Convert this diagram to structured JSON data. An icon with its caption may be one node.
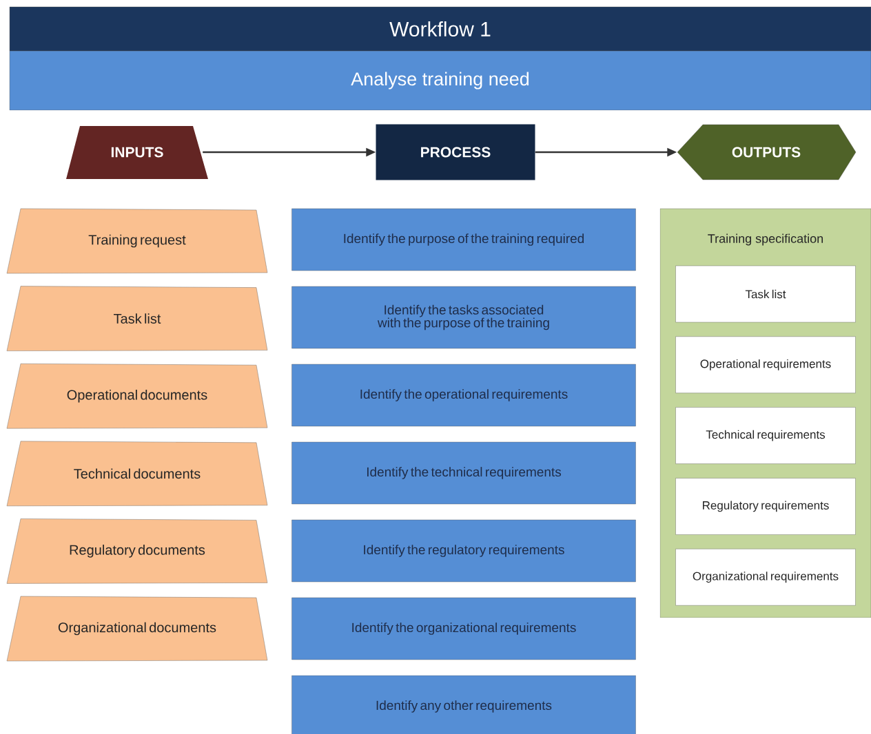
{
  "diagram": {
    "nodes": [
      {
        "text": [
          "Workflow 1"
        ]
      },
      {
        "text": [
          "Analyse training need"
        ]
      },
      {
        "text": [
          "INPUTS"
        ]
      },
      {
        "text": [
          "PROCESS"
        ]
      },
      {
        "text": [
          "OUTPUTS"
        ]
      },
      {
        "text": [
          "Training request"
        ]
      },
      {
        "text": [
          "Task list"
        ]
      },
      {
        "text": [
          "Operational documents"
        ]
      },
      {
        "text": [
          "Technical documents"
        ]
      },
      {
        "text": [
          "Regulatory documents"
        ]
      },
      {
        "text": [
          "Organizational documents"
        ]
      },
      {
        "text": [
          "Identify the purpose of the training required"
        ]
      },
      {
        "text": [
          "Identify the tasks associated with the purpose of the training"
        ]
      },
      {
        "text": [
          "Identify the operational requirements"
        ]
      },
      {
        "text": [
          "Identify the technical requirements"
        ]
      },
      {
        "text": [
          "Identify the regulatory requirements"
        ]
      },
      {
        "text": [
          "Identify the organizational requirements"
        ]
      },
      {
        "text": [
          "Identify any other requirements"
        ]
      },
      {
        "text": [
          "Training specification"
        ]
      },
      {
        "text": [
          "Task list"
        ],
        "in": 18
      },
      {
        "text": [
          "Operational requirements"
        ],
        "in": 18
      },
      {
        "text": [
          "Technical requirements"
        ],
        "in": 18
      },
      {
        "text": [
          "Regulatory requirements"
        ],
        "in": 18
      },
      {
        "text": [
          "Organizational requirements"
        ],
        "in": 18
      }
    ],
    "edges": [
      {
        "from": 2,
        "to": 3,
        "arrow": "to"
      },
      {
        "from": 3,
        "to": 4,
        "arrow": "to"
      }
    ]
  }
}
